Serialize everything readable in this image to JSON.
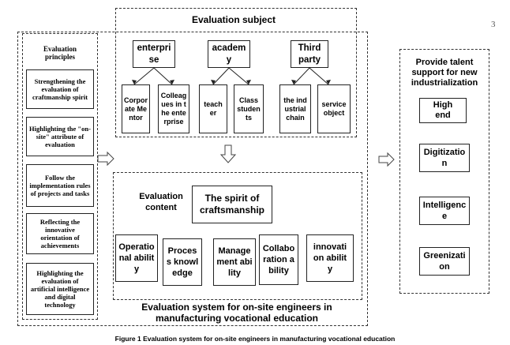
{
  "page_number": "3",
  "caption": "Figure 1 Evaluation system for on-site engineers in manufacturing vocational education",
  "principles": {
    "title": "Evaluation principles",
    "items": [
      "Strengthening the evaluation of craftmanship spirit",
      "Highlighting the \"on-site\" attribute of evaluation",
      "Follow the implementation rules of projects and tasks",
      "Reflecting the innovative orientation of achievements",
      "Highlighting the evaluation of artificial intelligence and digital technology"
    ]
  },
  "subject": {
    "title": "Evaluation subject",
    "groups": [
      {
        "label": "enterprise",
        "children": [
          "Corporate Mentor",
          "Colleagues in the enterprise"
        ]
      },
      {
        "label": "academy",
        "children": [
          "teacher",
          "Class students"
        ]
      },
      {
        "label": "Third party",
        "children": [
          "the industrial chain",
          "service object"
        ]
      }
    ]
  },
  "content": {
    "title": "Evaluation content",
    "spirit": "The spirit of craftsmanship",
    "abilities": [
      "Operational ability",
      "Process knowledge",
      "Management ability",
      "Collaboration ability",
      "innovation ability"
    ]
  },
  "system_title": "Evaluation system for on-site engineers in manufacturing vocational education",
  "support": {
    "title": "Provide talent support for new industrialization",
    "items": [
      "High end",
      "Digitization",
      "Intelligence",
      "Greenization"
    ]
  }
}
